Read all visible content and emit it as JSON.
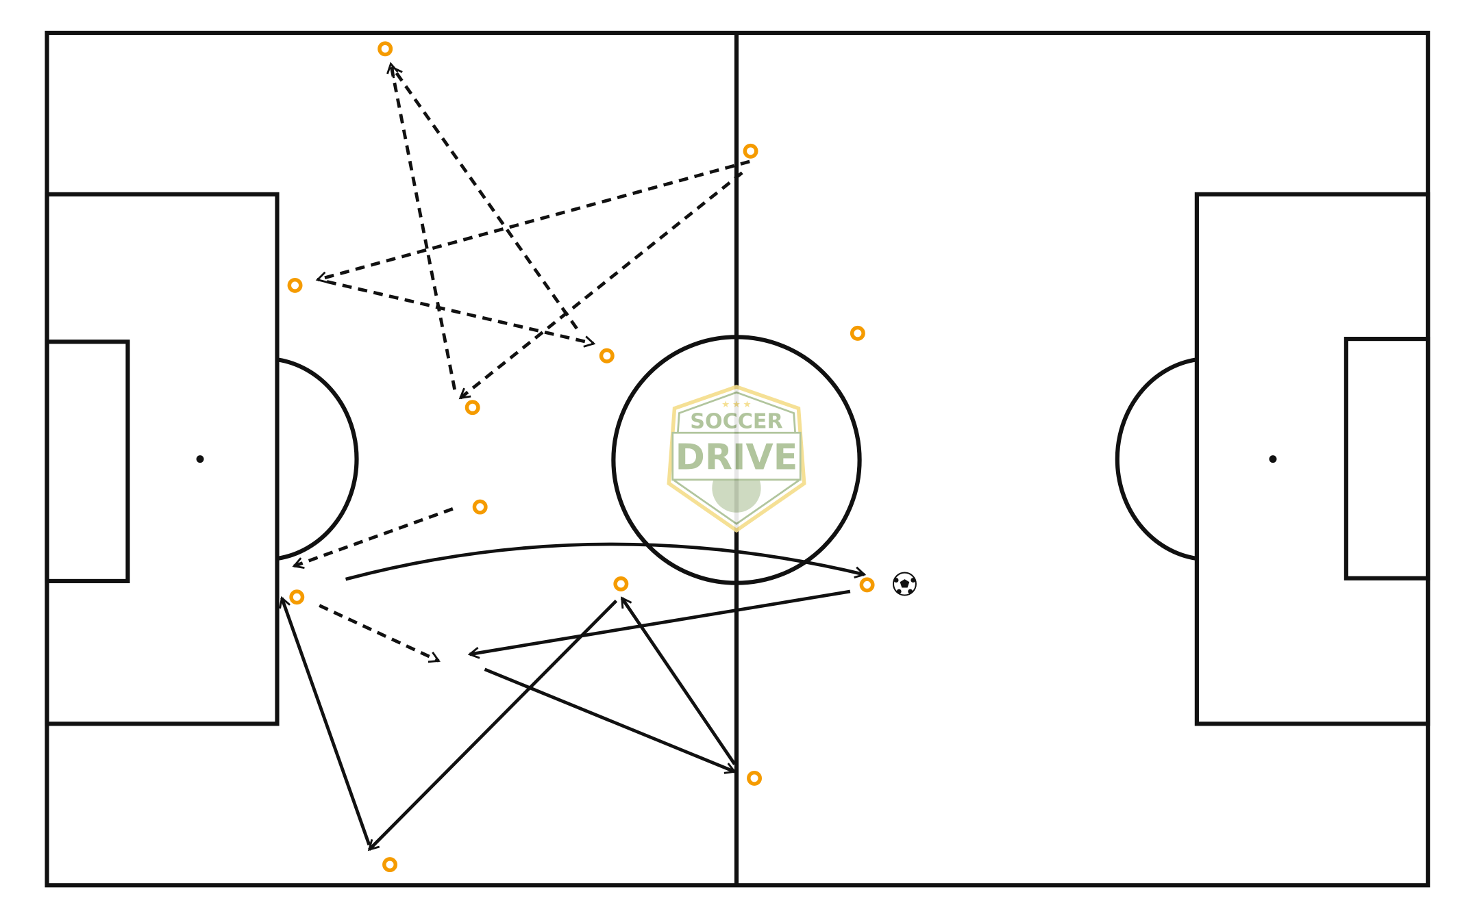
{
  "diagram": {
    "title": "Soccer drill diagram",
    "logo": {
      "line1": "SOCCER",
      "line2": "DRIVE"
    },
    "colors": {
      "pitch_lines": "#111111",
      "player_marker": "#f59b00",
      "logo_green": "#a9bf93",
      "logo_yellow": "#f5dd8a",
      "background": "#ffffff"
    },
    "legend_icons": [
      "player-marker-icon",
      "soccer-ball-icon",
      "dashed-run-arrow",
      "solid-pass-arrow"
    ]
  }
}
